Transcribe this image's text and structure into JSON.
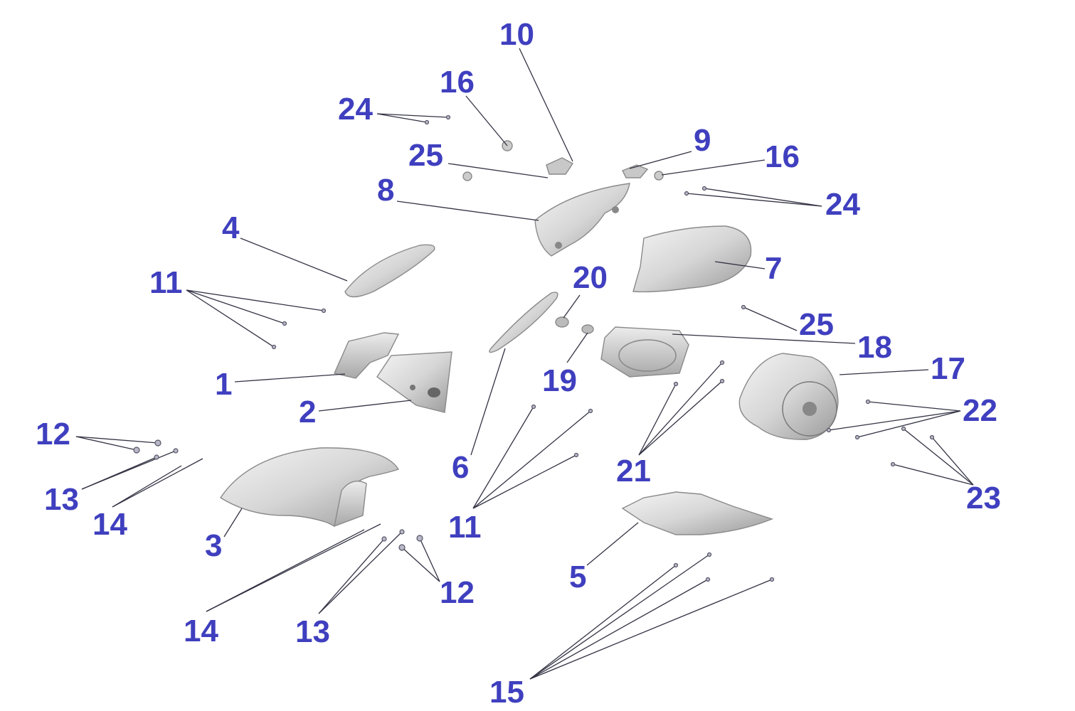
{
  "diagram": {
    "callouts": [
      {
        "id": "c1",
        "label": "1"
      },
      {
        "id": "c2",
        "label": "2"
      },
      {
        "id": "c3",
        "label": "3"
      },
      {
        "id": "c4",
        "label": "4"
      },
      {
        "id": "c5",
        "label": "5"
      },
      {
        "id": "c6",
        "label": "6"
      },
      {
        "id": "c7",
        "label": "7"
      },
      {
        "id": "c8",
        "label": "8"
      },
      {
        "id": "c9",
        "label": "9"
      },
      {
        "id": "c10",
        "label": "10"
      },
      {
        "id": "c11a",
        "label": "11"
      },
      {
        "id": "c11b",
        "label": "11"
      },
      {
        "id": "c12a",
        "label": "12"
      },
      {
        "id": "c12b",
        "label": "12"
      },
      {
        "id": "c13a",
        "label": "13"
      },
      {
        "id": "c13b",
        "label": "13"
      },
      {
        "id": "c14a",
        "label": "14"
      },
      {
        "id": "c14b",
        "label": "14"
      },
      {
        "id": "c15",
        "label": "15"
      },
      {
        "id": "c16a",
        "label": "16"
      },
      {
        "id": "c16b",
        "label": "16"
      },
      {
        "id": "c17",
        "label": "17"
      },
      {
        "id": "c18",
        "label": "18"
      },
      {
        "id": "c19",
        "label": "19"
      },
      {
        "id": "c20",
        "label": "20"
      },
      {
        "id": "c21",
        "label": "21"
      },
      {
        "id": "c22",
        "label": "22"
      },
      {
        "id": "c23",
        "label": "23"
      },
      {
        "id": "c24a",
        "label": "24"
      },
      {
        "id": "c24b",
        "label": "24"
      },
      {
        "id": "c25a",
        "label": "25"
      },
      {
        "id": "c25b",
        "label": "25"
      }
    ],
    "colors": {
      "callout_text": "#3f3fbf",
      "leader_line": "#333344",
      "part_fill": "#d9d9d9",
      "background": "#ffffff"
    }
  }
}
